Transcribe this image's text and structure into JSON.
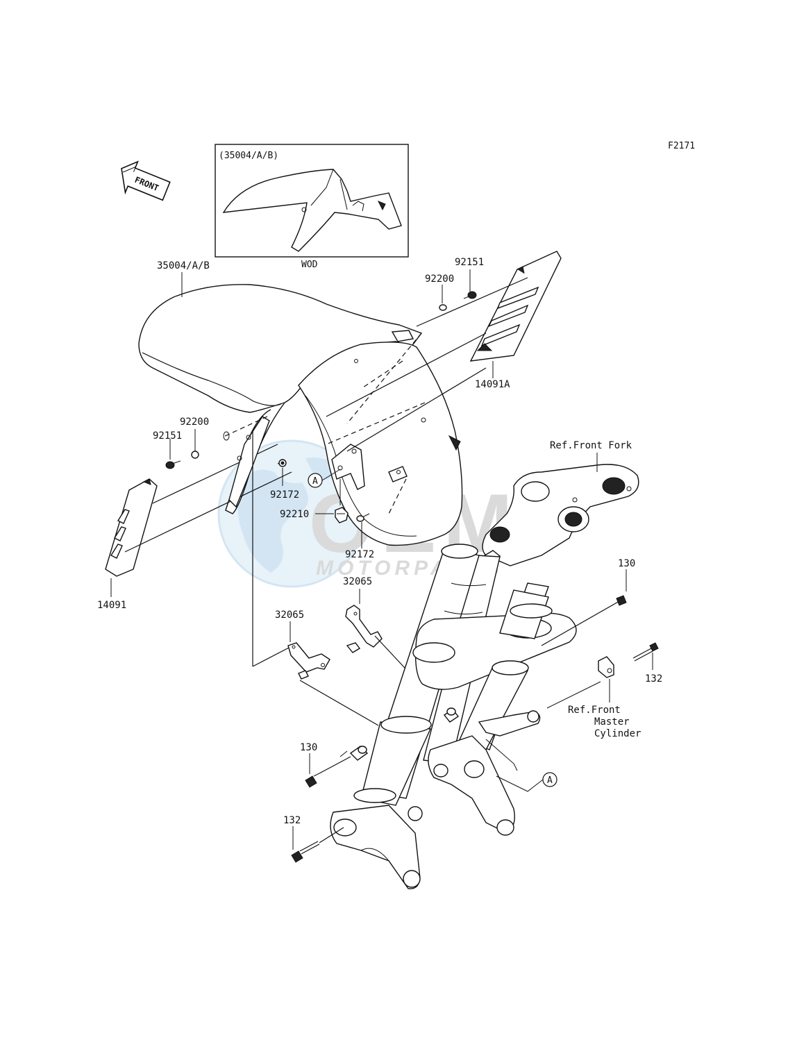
{
  "diagram_code": "F2171",
  "front_arrow_label": "FRONT",
  "inset": {
    "title": "(35004/A/B)",
    "caption": "WOD"
  },
  "watermark": {
    "brand": "OEM",
    "sub": "MOTORPARTS",
    "colors": {
      "globe": "#cfe3f2",
      "text": "#d8d8d8"
    }
  },
  "callouts": {
    "fender": "35004/A/B",
    "bolt_right": "92151",
    "washer_right": "92200",
    "cover_right": "14091A",
    "washer_left": "92200",
    "bolt_left": "92151",
    "nut_left": "92172",
    "nut_clip": "92210",
    "nut_center": "92172",
    "cover_left": "14091",
    "ref_fork": "Ref.Front Fork",
    "clamp_upper": "32065",
    "clamp_lower": "32065",
    "bolt_130_right": "130",
    "bolt_132_right": "132",
    "ref_master_line1": "Ref.Front",
    "ref_master_line2": "Master",
    "ref_master_line3": "Cylinder",
    "bolt_130_left": "130",
    "bolt_132_left": "132",
    "marker_a_top": "A",
    "marker_a_bottom": "A"
  }
}
